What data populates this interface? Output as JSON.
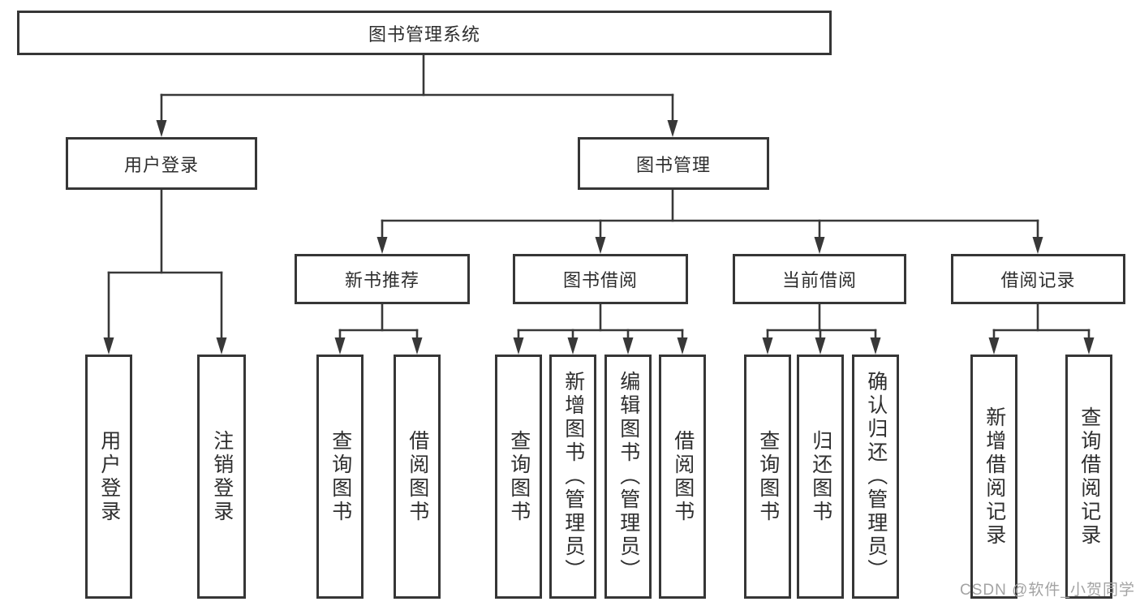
{
  "tree": {
    "label": "图书管理系统",
    "children": [
      {
        "label": "用户登录",
        "children": [
          {
            "label": "用户登录"
          },
          {
            "label": "注销登录"
          }
        ]
      },
      {
        "label": "图书管理",
        "children": [
          {
            "label": "新书推荐",
            "children": [
              {
                "label": "查询图书"
              },
              {
                "label": "借阅图书"
              }
            ]
          },
          {
            "label": "图书借阅",
            "children": [
              {
                "label": "查询图书"
              },
              {
                "label": "新增图书（管理员）"
              },
              {
                "label": "编辑图书（管理员）"
              },
              {
                "label": "借阅图书"
              }
            ]
          },
          {
            "label": "当前借阅",
            "children": [
              {
                "label": "查询图书"
              },
              {
                "label": "归还图书"
              },
              {
                "label": "确认归还（管理员）"
              }
            ]
          },
          {
            "label": "借阅记录",
            "children": [
              {
                "label": "新增借阅记录"
              },
              {
                "label": "查询借阅记录"
              }
            ]
          }
        ]
      }
    ]
  },
  "watermark": "CSDN @软件_小贺同学",
  "colors": {
    "line": "#383838",
    "box_border": "#363636",
    "text": "#2e2e2e",
    "watermark": "#a3a3a3"
  }
}
